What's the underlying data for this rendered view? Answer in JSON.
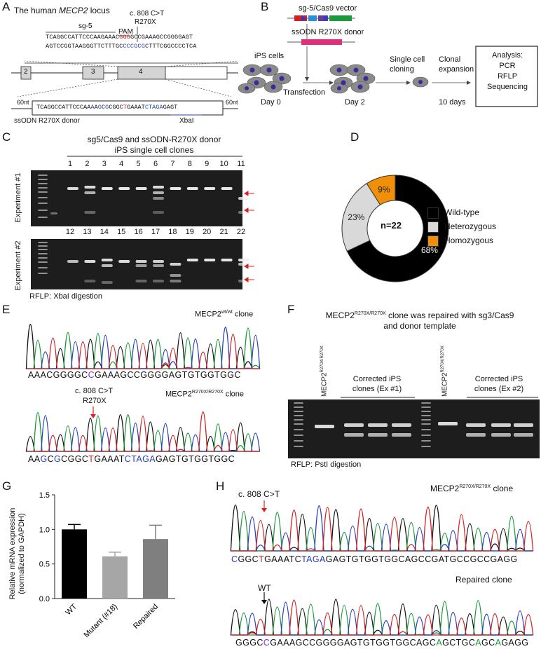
{
  "panels": {
    "A": "A",
    "B": "B",
    "C": "C",
    "D": "D",
    "E": "E",
    "F": "F",
    "G": "G",
    "H": "H"
  },
  "panelA": {
    "title_prefix": "The human ",
    "title_gene": "MECP2",
    "title_suffix": " locus",
    "mutation": "c. 808 C>T",
    "mutation_aa": "R270X",
    "sg_label": "sg-5",
    "pam_label": "PAM",
    "top_strand_a": "TCAGGCCATTCCCAAGAAAC",
    "top_strand_pam": "GGG",
    "top_strand_b": "GC",
    "top_strand_c": "CGAAAGCCGGGGAGT",
    "bottom_strand_a": "AGTCCGGTAAGGGTTCTTTGC",
    "bottom_strand_b": "CCCGCG",
    "bottom_strand_c": "CTTTCGGCCCCTCA",
    "exons": [
      "2",
      "3",
      "4"
    ],
    "flank_left": "60nt",
    "flank_right": "60nt",
    "donor_seq": [
      {
        "t": "TCAGGCCATTCCCAA",
        "c": "#111"
      },
      {
        "t": "A",
        "c": "#2a3fbf"
      },
      {
        "t": "A",
        "c": "#111"
      },
      {
        "t": "G",
        "c": "#2a3fbf"
      },
      {
        "t": "C",
        "c": "#111"
      },
      {
        "t": "G",
        "c": "#2a3fbf"
      },
      {
        "t": "CGGC",
        "c": "#111"
      },
      {
        "t": "T",
        "c": "#d62020"
      },
      {
        "t": "GAAAT",
        "c": "#111"
      },
      {
        "t": "CTAGA",
        "c": "#2a3fbf"
      },
      {
        "t": "GAGT",
        "c": "#111"
      }
    ],
    "donor_label": "ssODN R270X donor",
    "xbai_label": "XbaI"
  },
  "panelB": {
    "vector_label": "sg-5/Cas9 vector",
    "donor_label": "ssODN R270X donor",
    "ips_label": "iPS cells",
    "transfection_label": "Transfection",
    "single_cell_label": "Single cell\ncloning",
    "clonal_label": "Clonal\nexpansion",
    "analysis_title": "Analysis:",
    "analysis_items": [
      "PCR",
      "RFLP",
      "Sequencing"
    ],
    "day0": "Day 0",
    "day2": "Day 2",
    "day10": "10 days"
  },
  "panelC": {
    "title1": "sg5/Cas9 and ssODN-R270X donor",
    "title2": "iPS single cell clones",
    "exp1_label": "Experiment #1",
    "exp2_label": "Experiment #2",
    "lanes1": [
      "1",
      "2",
      "3",
      "4",
      "5",
      "6",
      "7",
      "8",
      "9",
      "10",
      "11"
    ],
    "lanes2": [
      "12",
      "13",
      "14",
      "15",
      "16",
      "17",
      "18",
      "19",
      "20",
      "21",
      "22"
    ],
    "footer": "RFLP: XbaI digestion"
  },
  "panelD": {
    "center_label": "n=22",
    "legend": [
      {
        "label": "Wild-type",
        "color": "#000000"
      },
      {
        "label": "Heterozygous",
        "color": "#d9d9d9"
      },
      {
        "label": "Homozygous",
        "color": "#f0900a"
      }
    ]
  },
  "chart_data": [
    {
      "type": "pie",
      "categories": [
        "Wild-type",
        "Heterozygous",
        "Homozygous"
      ],
      "values": [
        68,
        23,
        9
      ],
      "labels": [
        "68%",
        "23%",
        "9%"
      ],
      "title": "",
      "center_text": "n=22"
    },
    {
      "type": "bar",
      "categories": [
        "WT",
        "Mutant (#18)",
        "Repaired"
      ],
      "values": [
        1.0,
        0.61,
        0.86
      ],
      "errors": [
        0.07,
        0.06,
        0.2
      ],
      "colors": [
        "#000000",
        "#a6a6a6",
        "#7f7f7f"
      ],
      "ylabel": "Relative mRNA expression\n(normalized to GAPDH)",
      "ylim": [
        0,
        1.5
      ],
      "yticks": [
        "0.0",
        "0.5",
        "1.0",
        "1.5"
      ]
    }
  ],
  "panelE": {
    "wt_clone_prefix": "MECP2",
    "wt_clone_sup": "wt/wt",
    "wt_clone_suffix": " clone",
    "mut_clone_prefix": "MECP2",
    "mut_clone_sup": "R270X/R270X",
    "mut_clone_suffix": " clone",
    "mutation": "c. 808 C>T",
    "mutation_aa": "R270X",
    "seq_wt": [
      {
        "t": "AAACGGGGC",
        "c": "#111"
      },
      {
        "t": "C",
        "c": "#8a2be2"
      },
      {
        "t": "GAAAGCCGGGGAGTGTGGTGGC",
        "c": "#111"
      }
    ],
    "seq_mut": [
      {
        "t": "AA",
        "c": "#111"
      },
      {
        "t": "G",
        "c": "#2a3fbf"
      },
      {
        "t": "C",
        "c": "#111"
      },
      {
        "t": "G",
        "c": "#2a3fbf"
      },
      {
        "t": "C",
        "c": "#111"
      },
      {
        "t": "GGC",
        "c": "#111"
      },
      {
        "t": "T",
        "c": "#d62020"
      },
      {
        "t": "GAAAT",
        "c": "#111"
      },
      {
        "t": "CTAGA",
        "c": "#2a3fbf"
      },
      {
        "t": "GAGTGTGGTGGC",
        "c": "#111"
      }
    ]
  },
  "panelF": {
    "title_prefix": "MECP2",
    "title_sup": "R270X/R270X",
    "title_suffix": " clone was repaired with sg3/Cas9",
    "title_line2": "and donor template",
    "lane_mut1": "MECP2",
    "lane_mut1_sup": "R270X/R270X",
    "lane_mut2": "MECP2",
    "lane_mut2_sup": "R270X/R270X",
    "group1_line1": "Corrected iPS",
    "group1_line2": "clones (Ex #1)",
    "group2_line1": "Corrected iPS",
    "group2_line2": "clones (Ex #2)",
    "footer": "RFLP: PstI digestion"
  },
  "panelG": {
    "ylabel_line1": "Relative mRNA expression",
    "ylabel_line2": "(normalized to GAPDH)",
    "yticks": [
      "0.0",
      "0.5",
      "1.0",
      "1.5"
    ],
    "xlabels": [
      "WT",
      "Mutant (#18)",
      "Repaired"
    ]
  },
  "panelH": {
    "mutation": "c. 808 C>T",
    "mut_clone_prefix": "MECP2",
    "mut_clone_sup": "R270X/R270X",
    "mut_clone_suffix": " clone",
    "repaired_label": "Repaired clone",
    "wt_label": "WT",
    "seq_mut": [
      {
        "t": "C",
        "c": "#2a3fbf"
      },
      {
        "t": "GGC",
        "c": "#111"
      },
      {
        "t": "T",
        "c": "#d62020"
      },
      {
        "t": "GAAAT",
        "c": "#111"
      },
      {
        "t": "C",
        "c": "#111"
      },
      {
        "t": "TAGA",
        "c": "#2a3fbf"
      },
      {
        "t": "GAGTGTGGTGGCAGCCGATGCCGCCGAGG",
        "c": "#111"
      }
    ],
    "seq_rep": [
      {
        "t": "GGGC",
        "c": "#111"
      },
      {
        "t": "C",
        "c": "#8a2be2"
      },
      {
        "t": "GAAAGCCGGGGAGTGTGGTGGCAGC",
        "c": "#111"
      },
      {
        "t": "A",
        "c": "#1a9a3a"
      },
      {
        "t": "GCTG",
        "c": "#111"
      },
      {
        "t": "C",
        "c": "#111"
      },
      {
        "t": "A",
        "c": "#1a9a3a"
      },
      {
        "t": "GC",
        "c": "#111"
      },
      {
        "t": "A",
        "c": "#1a9a3a"
      },
      {
        "t": "GAGG",
        "c": "#111"
      }
    ]
  }
}
